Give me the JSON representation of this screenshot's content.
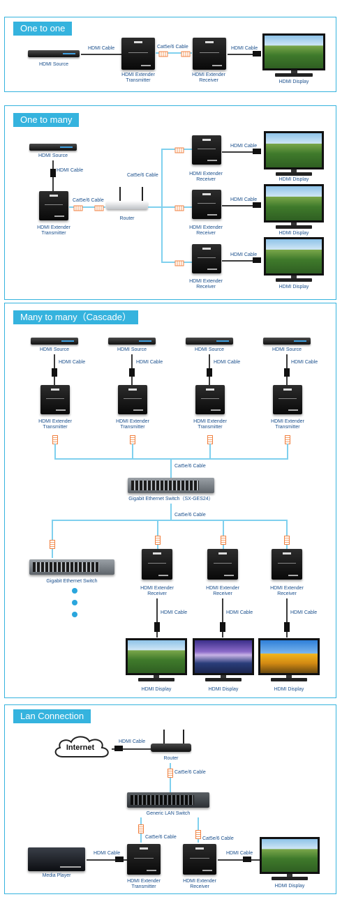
{
  "sections": {
    "one_to_one": "One to one",
    "one_to_many": "One to many",
    "many_to_many": "Many to many（Cascade）",
    "lan": "Lan Connection"
  },
  "labels": {
    "hdmi_cable": "HDMI Cable",
    "cat_cable": "Cat5e/6 Cable",
    "hdmi_source": "HDMI Source",
    "transmitter": "HDMI Extender\nTransmitter",
    "receiver": "HDMI Extender\nReceiver",
    "display": "HDMI Display",
    "router": "Router",
    "gigabit_switch_model": "Gigabit Ethernet Switch（SX-GES24）",
    "gigabit_switch": "Gigabit Ethernet Switch",
    "internet": "Internet",
    "lan_switch": "Generic LAN Switch",
    "media_player": "Media Player"
  },
  "colors": {
    "accent": "#35b3de",
    "label": "#1a4f8c",
    "cable": "#7fd0ee"
  }
}
